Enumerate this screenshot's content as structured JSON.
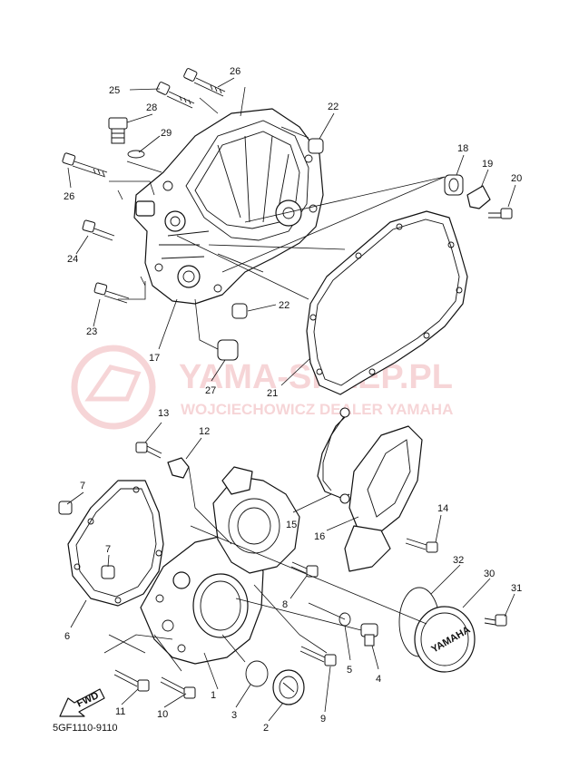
{
  "diagram": {
    "code": "5GF1110-9110",
    "watermark": {
      "title": "YAMA-SKLEP.PL",
      "subtitle": "WOJCIECHOWICZ DEALER YAMAHA"
    },
    "cover_brand": "YAMAHA",
    "fwd_label": "FWD",
    "callouts": [
      "1",
      "2",
      "3",
      "4",
      "5",
      "6",
      "7",
      "7",
      "8",
      "9",
      "10",
      "11",
      "12",
      "13",
      "14",
      "15",
      "16",
      "17",
      "18",
      "19",
      "20",
      "21",
      "22",
      "22",
      "23",
      "24",
      "25",
      "26",
      "26",
      "27",
      "28",
      "29",
      "30",
      "31",
      "32"
    ]
  }
}
